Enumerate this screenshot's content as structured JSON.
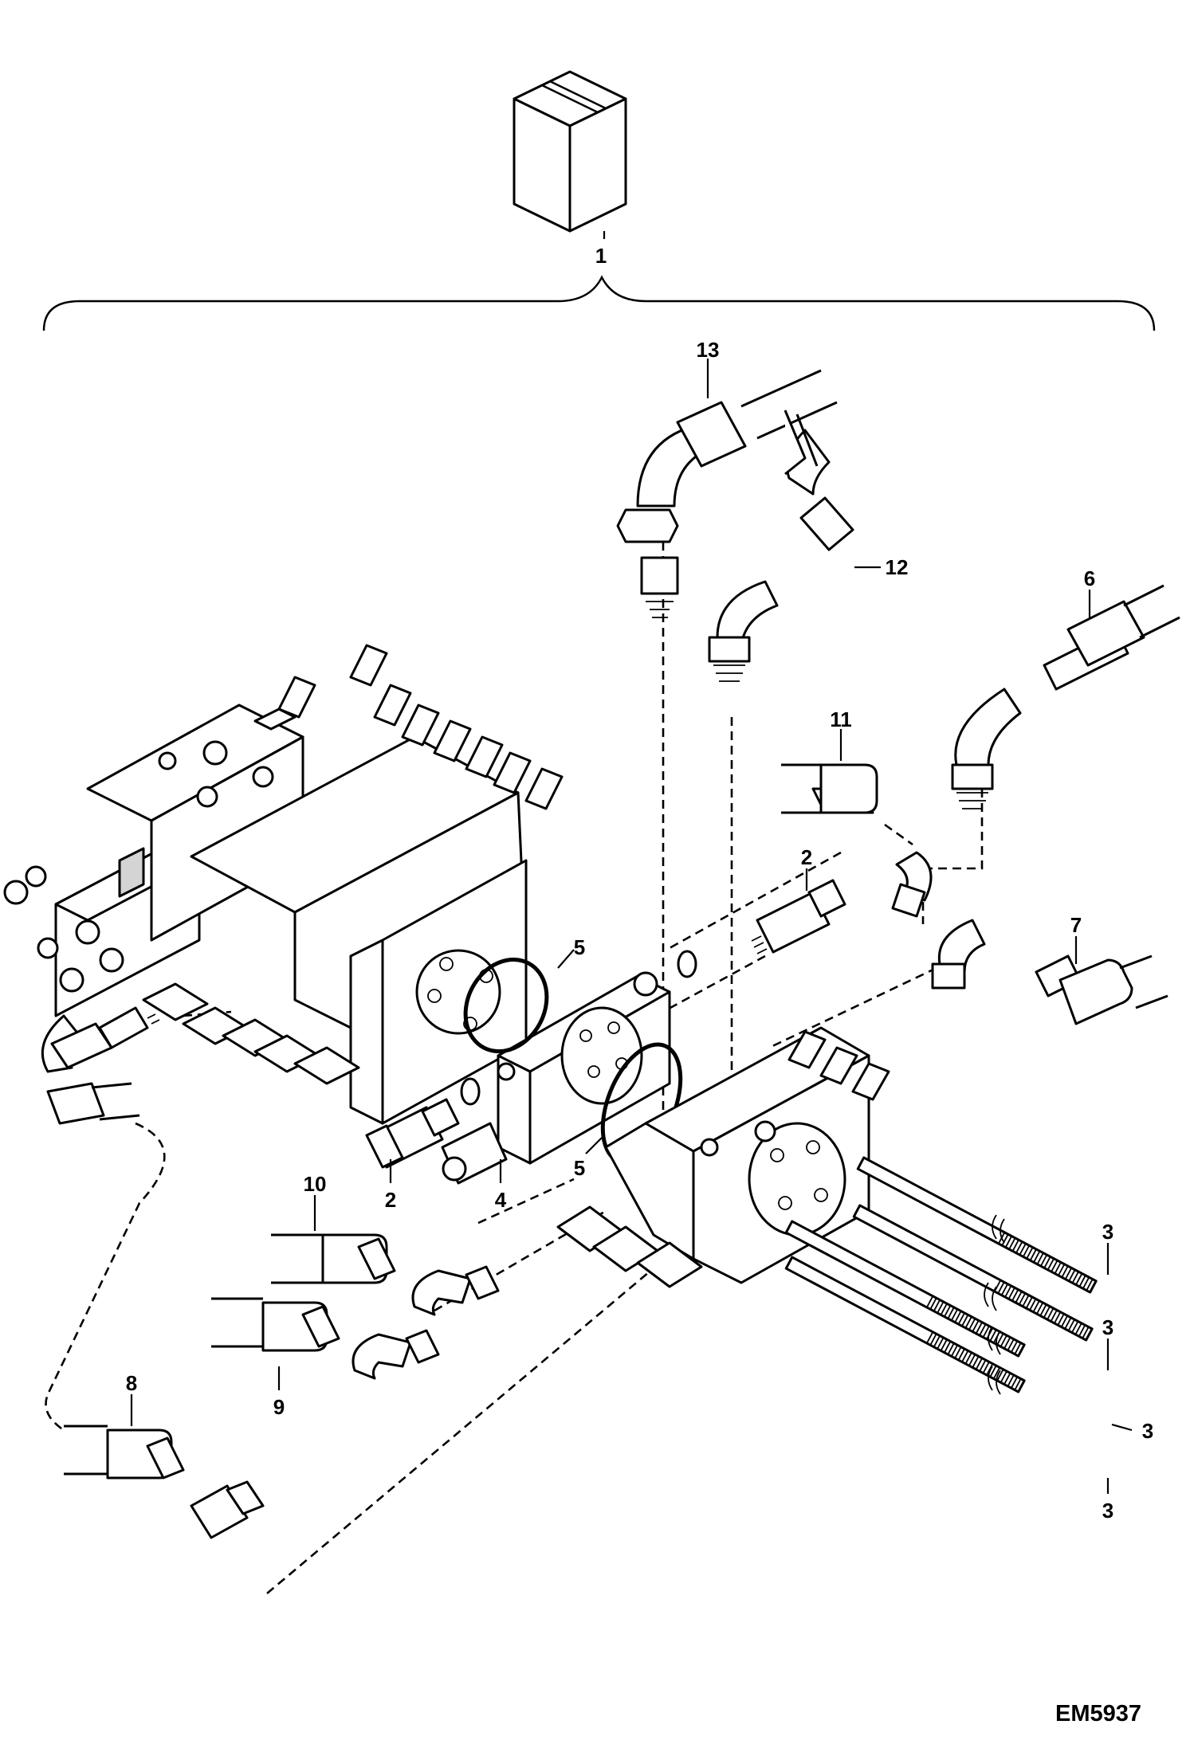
{
  "callouts": {
    "c1": "1",
    "c13": "13",
    "c12": "12",
    "c6": "6",
    "c11": "11",
    "c2a": "2",
    "c7": "7",
    "c5a": "5",
    "c5b": "5",
    "c2b": "2",
    "c4": "4",
    "c10": "10",
    "c9": "9",
    "c8": "8",
    "c3a": "3",
    "c3b": "3",
    "c3c": "3",
    "c3d": "3"
  },
  "drawing_id": "EM5937"
}
